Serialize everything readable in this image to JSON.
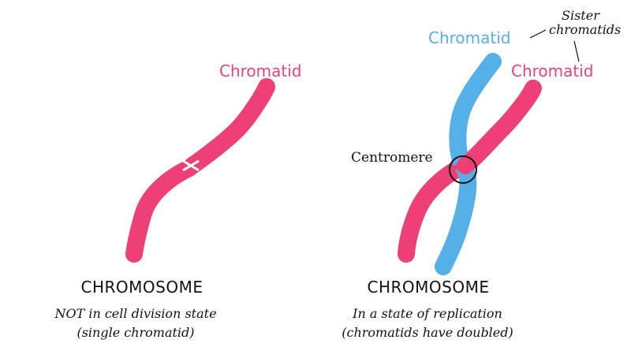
{
  "colors": {
    "pink": "#ee3f77",
    "blue": "#55b0e8",
    "text": "#111111"
  },
  "left_panel": {
    "chromatid_label": "Chromatid",
    "title": "CHROMOSOME",
    "caption_line1": "NOT in cell division state",
    "caption_line2": "(single chromatid)"
  },
  "right_panel": {
    "chromatid_label_blue": "Chromatid",
    "chromatid_label_pink": "Chromatid",
    "sister_label_line1": "Sister",
    "sister_label_line2": "chromatids",
    "centromere_label": "Centromere",
    "title": "CHROMOSOME",
    "caption_line1": "In a state of replication",
    "caption_line2": "(chromatids have doubled)"
  }
}
